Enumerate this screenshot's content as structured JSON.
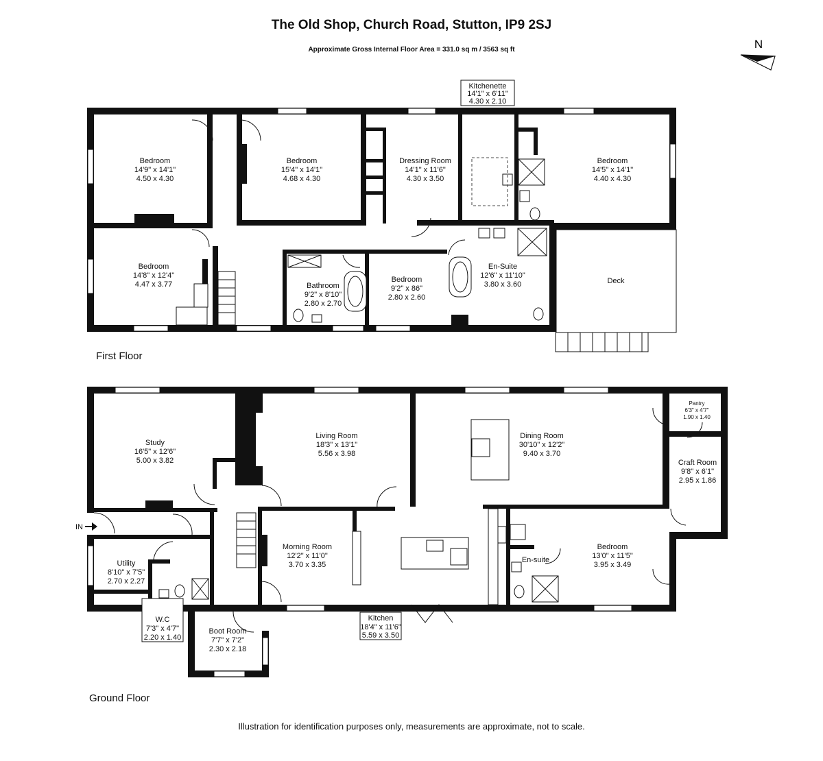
{
  "header": {
    "title": "The Old Shop, Church Road, Stutton, IP9 2SJ",
    "area": "Approximate Gross Internal Floor Area  = 331.0 sq m  / 3563 sq ft"
  },
  "compass": {
    "label": "N"
  },
  "floors": {
    "first": "First Floor",
    "ground": "Ground Floor"
  },
  "first_floor_rooms": [
    {
      "name": "Bedroom",
      "imperial": "14'9\" x 14'1\"",
      "metric": "4.50 x 4.30"
    },
    {
      "name": "Bedroom",
      "imperial": "15'4\" x 14'1\"",
      "metric": "4.68 x 4.30"
    },
    {
      "name": "Dressing Room",
      "imperial": "14'1\" x 11'6\"",
      "metric": "4.30 x 3.50"
    },
    {
      "name": "Kitchenette",
      "imperial": "14'1\" x 6'11\"",
      "metric": "4.30 x 2.10"
    },
    {
      "name": "Bedroom",
      "imperial": "14'5\" x 14'1\"",
      "metric": "4.40 x 4.30"
    },
    {
      "name": "Bedroom",
      "imperial": "14'8\" x 12'4\"",
      "metric": "4.47 x 3.77"
    },
    {
      "name": "Bathroom",
      "imperial": "9'2\" x 8'10\"",
      "metric": "2.80 x 2.70"
    },
    {
      "name": "Bedroom",
      "imperial": "9'2\" x 86\"",
      "metric": "2.80 x 2.60"
    },
    {
      "name": "En-Suite",
      "imperial": "12'6\" x 11'10\"",
      "metric": "3.80 x 3.60"
    },
    {
      "name": "Deck",
      "imperial": "",
      "metric": ""
    }
  ],
  "ground_floor_rooms": [
    {
      "name": "Study",
      "imperial": "16'5\" x 12'6\"",
      "metric": "5.00 x 3.82"
    },
    {
      "name": "Living Room",
      "imperial": "18'3\" x 13'1\"",
      "metric": "5.56 x 3.98"
    },
    {
      "name": "Dining Room",
      "imperial": "30'10\" x 12'2\"",
      "metric": "9.40 x 3.70"
    },
    {
      "name": "Pantry",
      "imperial": "6'3\" x 4'7\"",
      "metric": "1.90 x 1.40"
    },
    {
      "name": "Craft Room",
      "imperial": "9'8\" x 6'1\"",
      "metric": "2.95 x 1.86"
    },
    {
      "name": "Utility",
      "imperial": "8'10\" x 7'5\"",
      "metric": "2.70 x 2.27"
    },
    {
      "name": "Morning Room",
      "imperial": "12'2\" x 11'0\"",
      "metric": "3.70 x 3.35"
    },
    {
      "name": "En-suite",
      "imperial": "",
      "metric": ""
    },
    {
      "name": "Bedroom",
      "imperial": "13'0\" x 11'5\"",
      "metric": "3.95 x 3.49"
    },
    {
      "name": "W.C",
      "imperial": "7'3\" x 4'7\"",
      "metric": "2.20 x 1.40"
    },
    {
      "name": "Boot Room",
      "imperial": "7'7\" x 7'2\"",
      "metric": "2.30 x 2.18"
    },
    {
      "name": "Kitchen",
      "imperial": "18'4\" x 11'6\"",
      "metric": "5.59 x 3.50"
    }
  ],
  "entrance": {
    "label": "IN"
  },
  "footer": {
    "disclaimer": "Illustration for identification purposes only, measurements are approximate, not to scale."
  }
}
